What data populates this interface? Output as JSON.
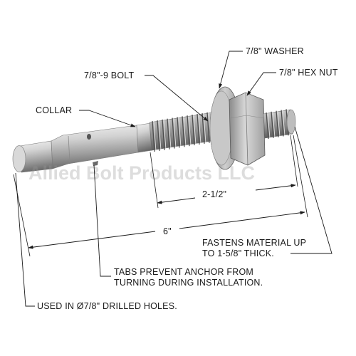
{
  "watermark": "Allied Bolt Products LLC",
  "labels": {
    "washer": "7/8\" WASHER",
    "hex_nut": "7/8\" HEX NUT",
    "bolt": "7/8\"-9 BOLT",
    "collar": "COLLAR",
    "thread_length": "2-1/2\"",
    "overall_length": "6\"",
    "fastens_line1": "FASTENS MATERIAL UP",
    "fastens_line2": "TO 1-5/8\" THICK.",
    "tabs_line1": "TABS PREVENT ANCHOR FROM",
    "tabs_line2": "TURNING DURING INSTALLATION.",
    "drilled_holes": "USED IN Ø7/8\" DRILLED HOLES."
  },
  "colors": {
    "metal_light": "#e6e6e6",
    "metal_mid": "#b4b4b4",
    "metal_dark": "#6e6e6e",
    "ink": "#1a1a1a"
  }
}
